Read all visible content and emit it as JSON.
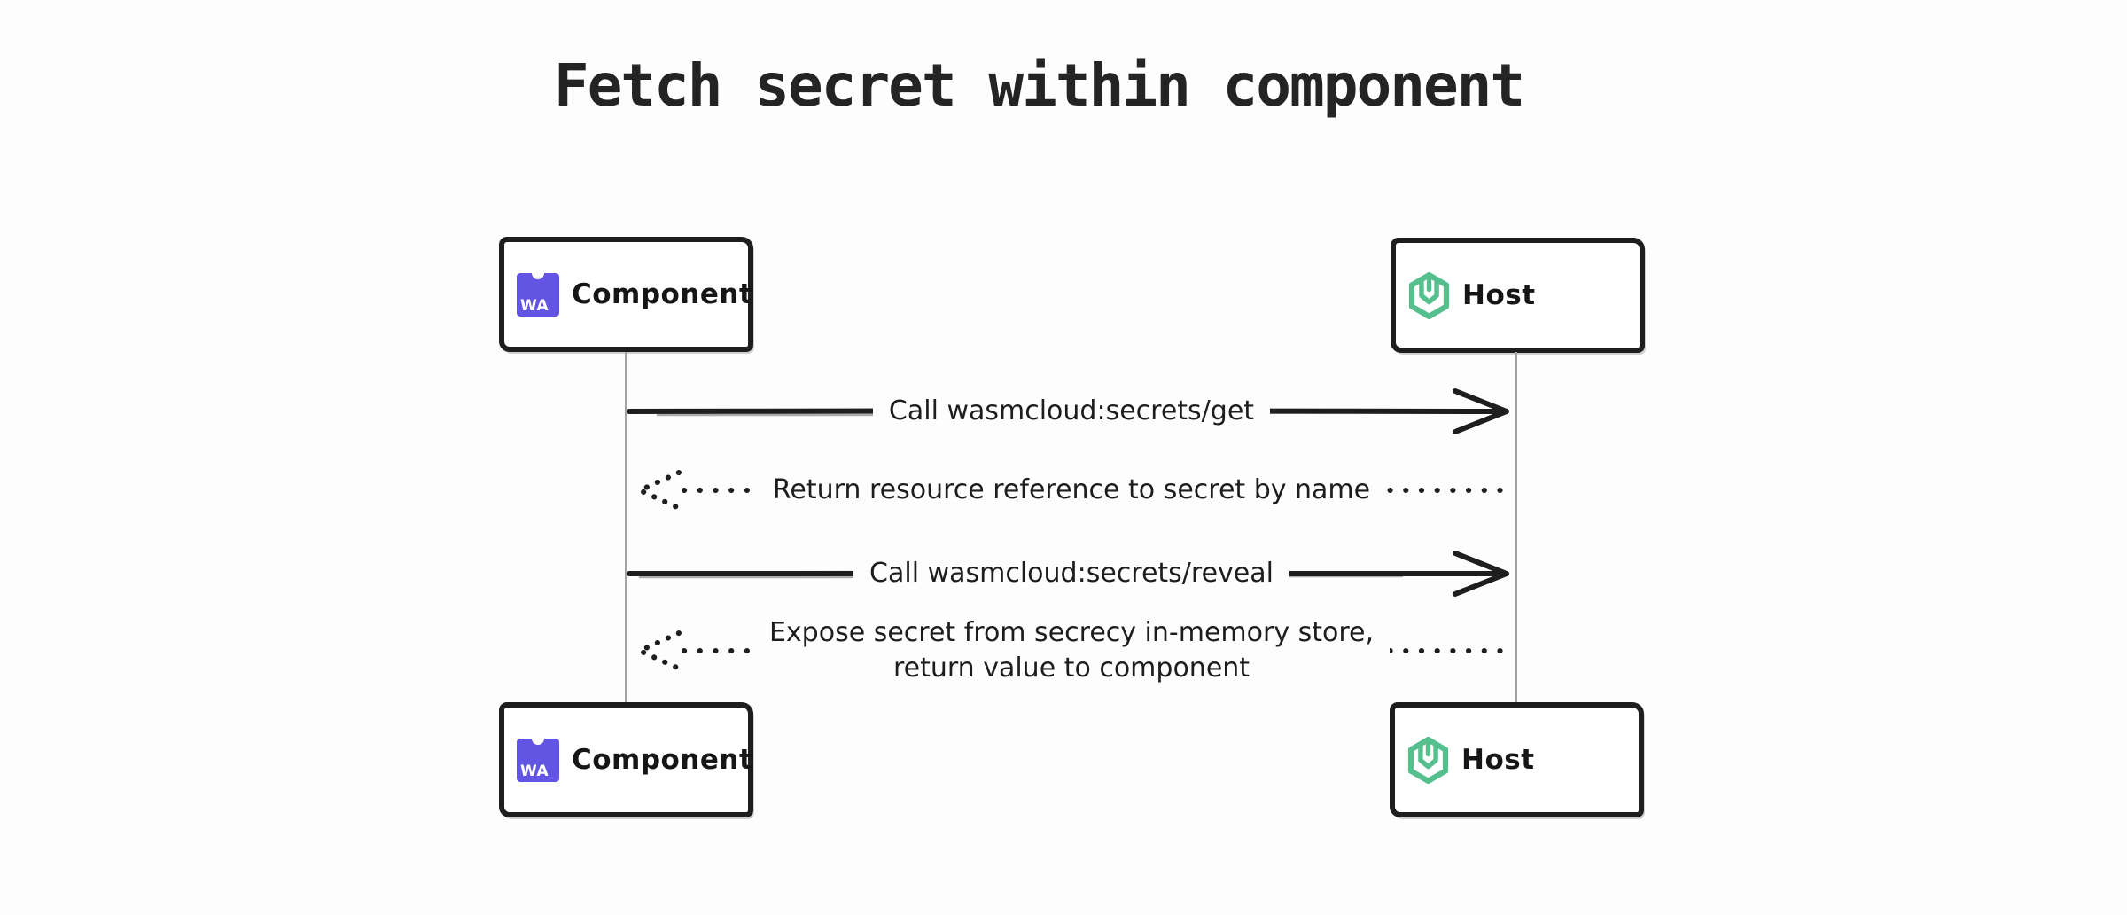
{
  "title": "Fetch secret within component",
  "colors": {
    "background": "#fdfdfd",
    "stroke": "#1e1e1e",
    "lifeline": "#a3a3a3",
    "wa-purple": "#6355e3",
    "wasmcloud-green": "#55bf8d"
  },
  "actors": {
    "component": {
      "label": "Component",
      "icon_text": "WA"
    },
    "host": {
      "label": "Host"
    }
  },
  "messages": [
    {
      "label": "Call wasmcloud:secrets/get",
      "direction": "right",
      "style": "solid"
    },
    {
      "label": "Return resource reference to secret by name",
      "direction": "left",
      "style": "dotted"
    },
    {
      "label": "Call wasmcloud:secrets/reveal",
      "direction": "right",
      "style": "solid"
    },
    {
      "label": "Expose secret from secrecy in-memory store,",
      "label_line2": "return value to component",
      "direction": "left",
      "style": "dotted"
    }
  ]
}
